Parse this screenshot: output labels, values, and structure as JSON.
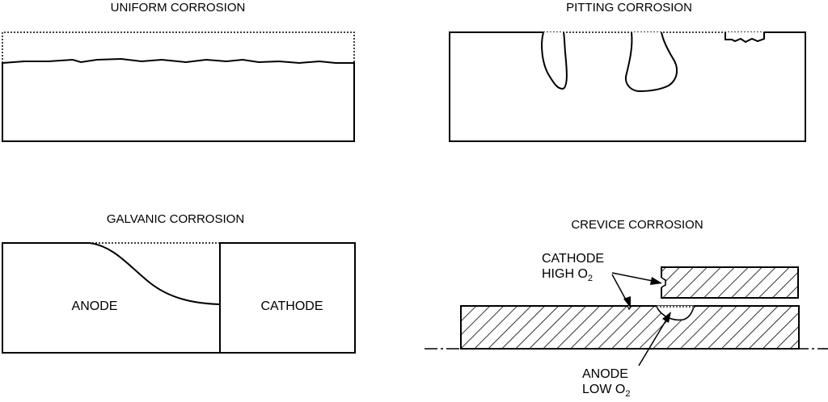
{
  "panels": {
    "uniform": {
      "title": "UNIFORM CORROSION"
    },
    "pitting": {
      "title": "PITTING CORROSION"
    },
    "galvanic": {
      "title": "GALVANIC CORROSION",
      "anode_label": "ANODE",
      "cathode_label": "CATHODE"
    },
    "crevice": {
      "title": "CREVICE CORROSION",
      "cathode_line1": "CATHODE",
      "cathode_line2_prefix": "HIGH O",
      "cathode_line2_sub": "2",
      "anode_line1": "ANODE",
      "anode_line2_prefix": "LOW O",
      "anode_line2_sub": "2"
    }
  },
  "colors": {
    "line": "#000000",
    "background": "#ffffff"
  }
}
